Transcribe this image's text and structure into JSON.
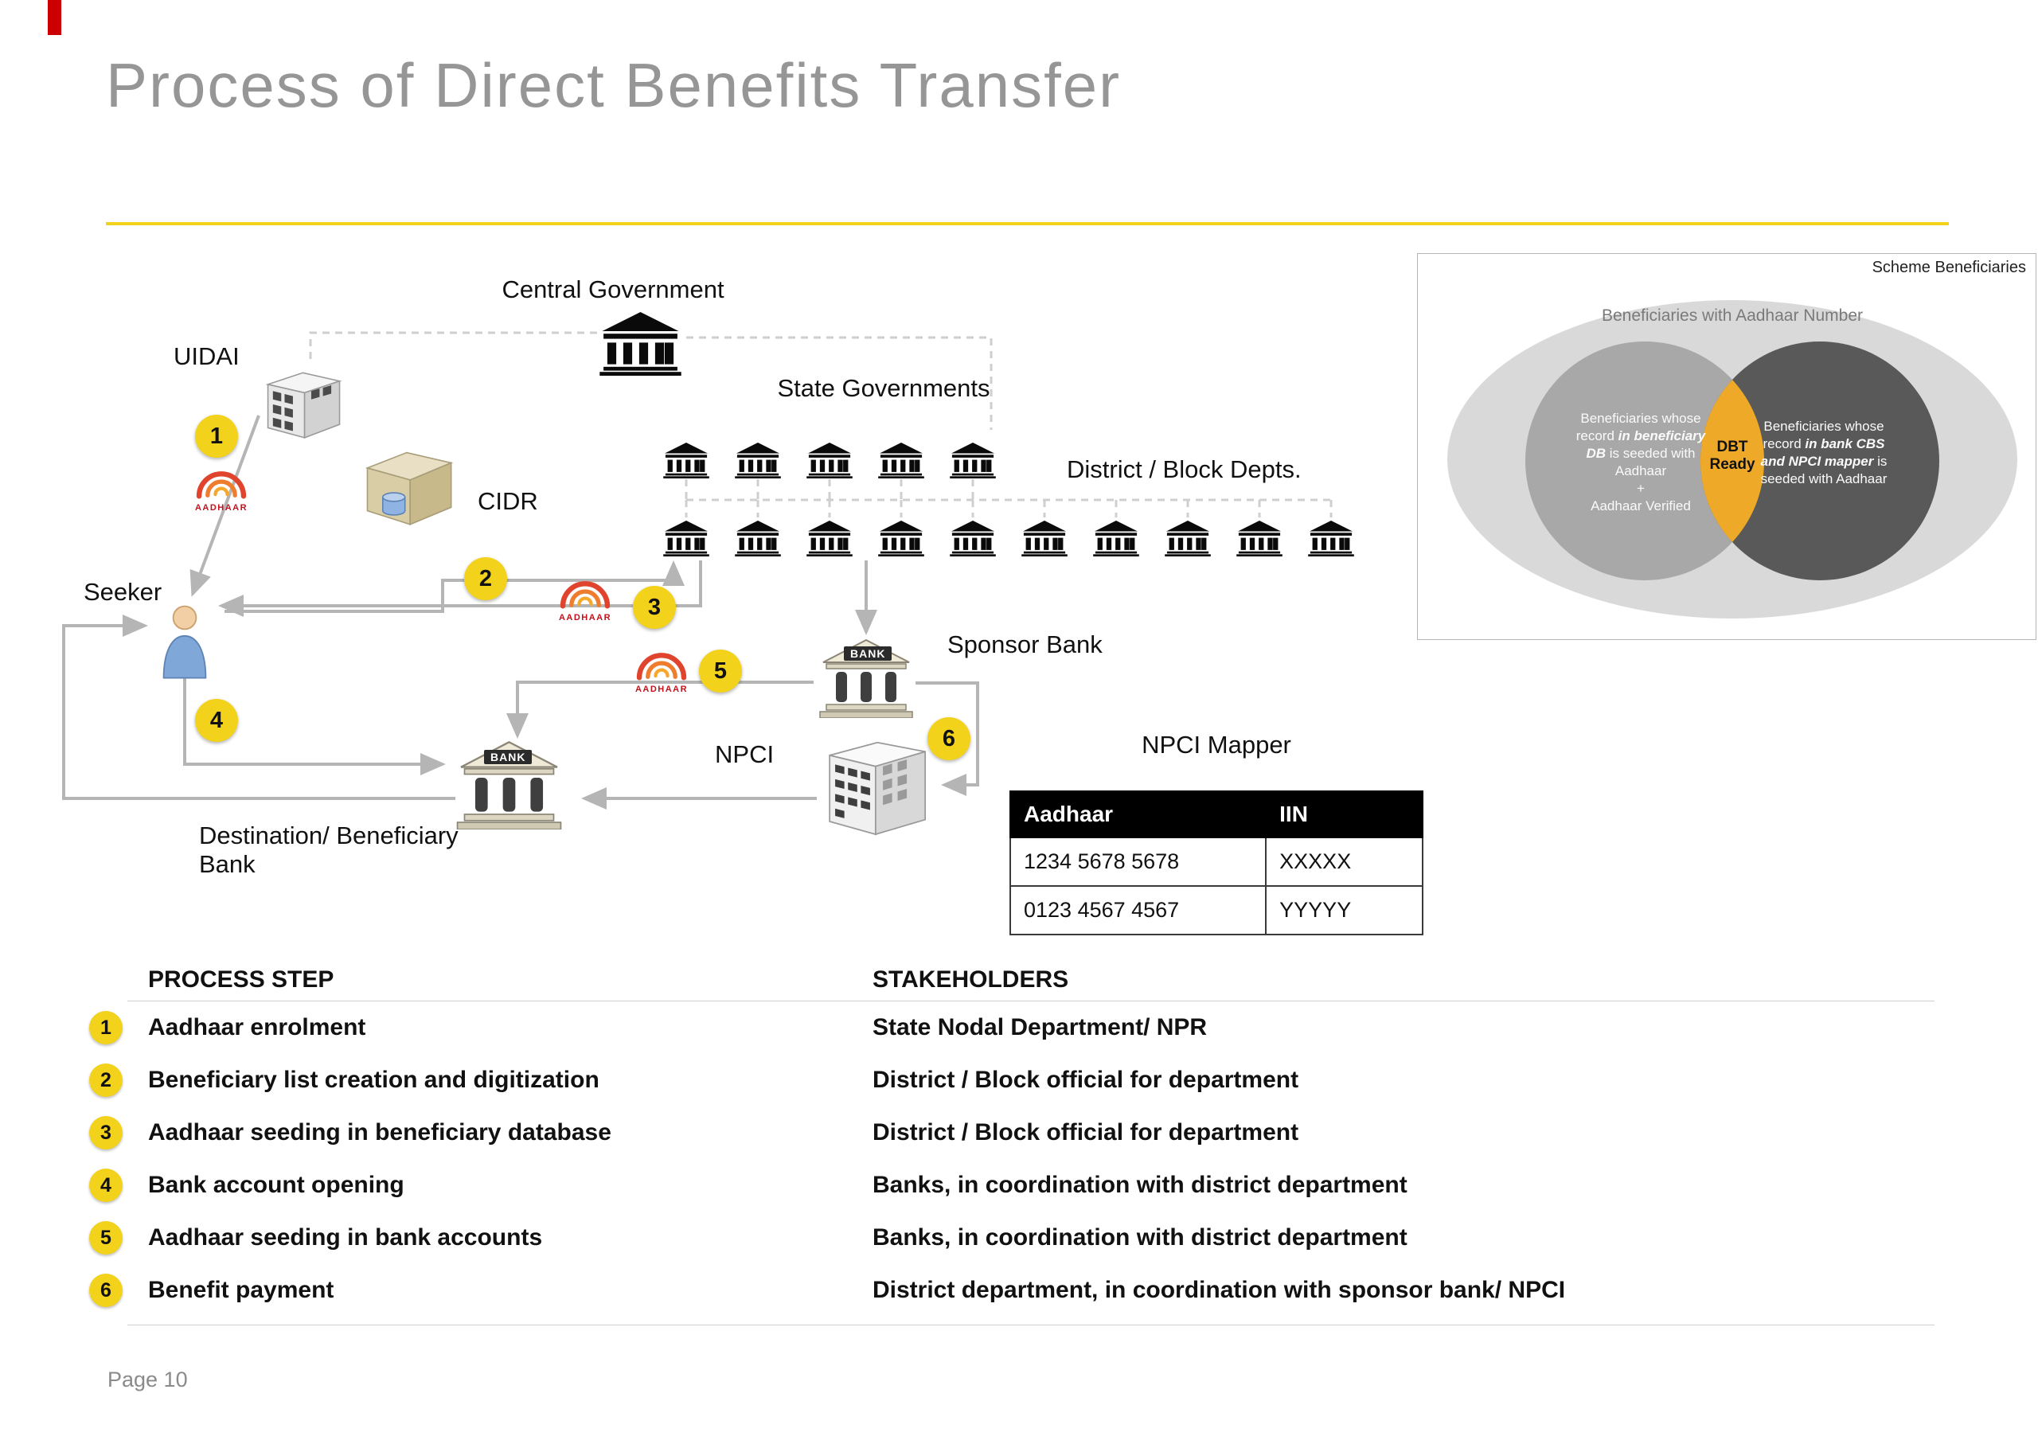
{
  "slide": {
    "title": "Process of Direct Benefits Transfer",
    "footer": "Page 10"
  },
  "colors": {
    "accent_yellow": "#f2d21b",
    "accent_red": "#cc0000",
    "title_gray": "#969696",
    "venn_lens_amber": "#efa928",
    "venn_left_gray": "#a8a8a8",
    "venn_right_gray": "#595959",
    "venn_outer_gray": "#d9d9d9"
  },
  "diagram": {
    "central_government": "Central Government",
    "uidai": "UIDAI",
    "cidr": "CIDR",
    "state_governments": "State Governments",
    "district_block": "District / Block Depts.",
    "seeker": "Seeker",
    "sponsor_bank": "Sponsor Bank",
    "npci": "NPCI",
    "destination_bank": "Destination/ Beneficiary Bank",
    "npci_mapper_title": "NPCI Mapper",
    "bank_sign": "BANK",
    "aadhaar": "AADHAAR",
    "markers": [
      "1",
      "2",
      "3",
      "4",
      "5",
      "6"
    ]
  },
  "mapper_table": {
    "col1": "Aadhaar",
    "col2": "IIN",
    "rows": [
      {
        "aadhaar": "1234 5678 5678",
        "iin": "XXXXX"
      },
      {
        "aadhaar": "0123 4567 4567",
        "iin": "YYYYY"
      }
    ]
  },
  "venn": {
    "panel_title": "Scheme Beneficiaries",
    "outer_label": "Beneficiaries with Aadhaar Number",
    "left_pre": "Beneficiaries whose record ",
    "left_em": "in beneficiary DB",
    "left_post": " is seeded with Aadhaar",
    "left_plus": "+",
    "left_extra": "Aadhaar Verified",
    "right_pre": "Beneficiaries whose record ",
    "right_em": "in bank CBS and NPCI mapper",
    "right_post": " is seeded with Aadhaar",
    "center": "DBT Ready"
  },
  "process_table": {
    "header_step": "PROCESS STEP",
    "header_stakeholder": "STAKEHOLDERS",
    "rows": [
      {
        "num": "1",
        "step": "Aadhaar enrolment",
        "stakeholder": "State Nodal Department/ NPR"
      },
      {
        "num": "2",
        "step": "Beneficiary list creation and digitization",
        "stakeholder": "District / Block official for department"
      },
      {
        "num": "3",
        "step": "Aadhaar seeding in beneficiary database",
        "stakeholder": "District / Block official for department"
      },
      {
        "num": "4",
        "step": "Bank account opening",
        "stakeholder": "Banks, in coordination with district department"
      },
      {
        "num": "5",
        "step": "Aadhaar seeding in bank accounts",
        "stakeholder": "Banks, in coordination with district department"
      },
      {
        "num": "6",
        "step": "Benefit payment",
        "stakeholder": "District department, in coordination with sponsor bank/ NPCI"
      }
    ]
  }
}
